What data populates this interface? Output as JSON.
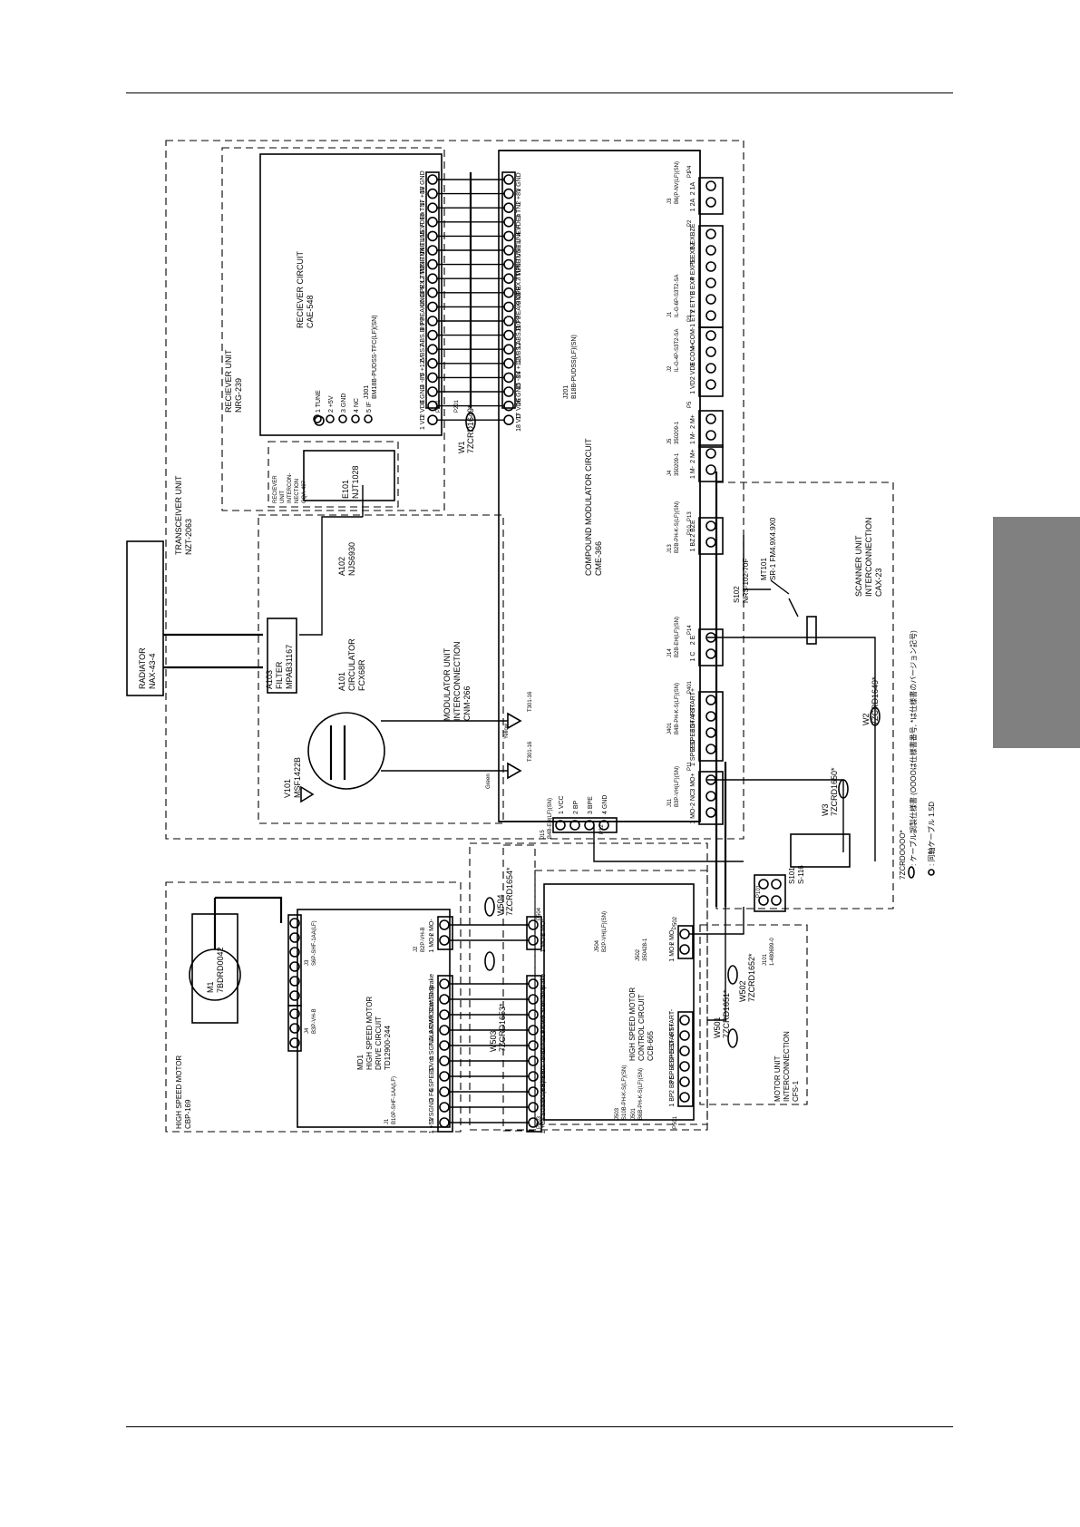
{
  "units": {
    "transceiver": [
      "TRANSCEIVER UNIT",
      "NZT-2063"
    ],
    "receiver_unit": [
      "RECIEVER UNIT",
      "NRG-239"
    ],
    "receiver_circuit": [
      "RECIEVER CIRCUIT",
      "CAE-548"
    ],
    "receiver_interconn": [
      "RECIEVER",
      "UNIT",
      "INTERCON-",
      "NECTION",
      "CQA-497"
    ],
    "e101": [
      "E101",
      "NJT1028"
    ],
    "modulator_unit": [
      "MODULATOR UNIT",
      "INTERCONNECTION",
      "CNM-266"
    ],
    "compound_mod": [
      "COMPOUND MODULATOR CIRCUIT",
      "CME-366"
    ],
    "a102": [
      "A102",
      "NJS6930"
    ],
    "a101": [
      "A101",
      "CIRCULATOR",
      "FCX68R"
    ],
    "a103": [
      "A103",
      "FILTER",
      "MPAB31167"
    ],
    "v101": [
      "V101",
      "MSF1422B"
    ],
    "radiator": [
      "RADIATOR",
      "NAX-43-4"
    ],
    "scanner": [
      "SCANNER UNIT",
      "INTERCONNECTION",
      "CAX-23"
    ],
    "high_speed_motor": [
      "HIGH SPEED MOTOR",
      "CBP-169"
    ],
    "md1": [
      "MD1",
      "HIGH SPEED MOTOR",
      "DRIVE CIRCUIT",
      "TD12900-244"
    ],
    "m1": [
      "M1",
      "7BDRD0042"
    ],
    "motor_control": [
      "HIGH SPEED MOTOR",
      "CONTROL CIRCUIT",
      "CCB-665"
    ],
    "motor_unit": [
      "MOTOR UNIT",
      "INTERCONNECTION",
      "CFS-1"
    ],
    "s101": [
      "S101",
      "S-116"
    ],
    "s102": [
      "S102",
      "NRS-102-70F"
    ],
    "mt101": [
      "MT101",
      "SR-1 FM4.9X4.9X0"
    ]
  },
  "connectors": {
    "j301": [
      "J301",
      "BM18B-PUDSS-TFC(LF)(SN)"
    ],
    "j201": [
      "J201",
      "B18B-PUDSS(LF)(SN)"
    ],
    "j302": "J302",
    "p301": "P301",
    "p201": "P201",
    "j3": [
      "J3",
      "B6(P-NV(LF)(SN)"
    ],
    "j1_top": [
      "J1",
      "IL-G-6P-S3T2-SA"
    ],
    "j2": [
      "J2",
      "IL-G-4P-S3T2-SA"
    ],
    "j5": [
      "J5",
      "350209-1"
    ],
    "j4": [
      "J4",
      "350209-1"
    ],
    "j13": [
      "J13",
      "B2B-PH-K-S(LF)(SN)"
    ],
    "j14": [
      "J14",
      "B2B-EH(LF)(SN)"
    ],
    "j401": [
      "J401",
      "B4B-PH-K-S(LF)(SN)"
    ],
    "j11": [
      "J11",
      "B3P-VH(LF)(SN)"
    ],
    "j15": [
      "J15",
      "B4B-EH(LF)(SN)"
    ],
    "j101": [
      "J101",
      "1-480699-0"
    ],
    "j501": [
      "J501",
      "B6B-PH-K-S(LF)(SN)"
    ],
    "j502": [
      "J502",
      "350428-1"
    ],
    "j503": [
      "J503",
      "S10B-PH-K-S(LF)(SN)"
    ],
    "j504": [
      "J504",
      "B2P-VH(LF)(SN)"
    ],
    "j1_md": [
      "J1",
      "B10P-SHF-1AA(LF)"
    ],
    "j2_md": [
      "J2",
      "B2P-VH-B"
    ],
    "j3_md": [
      "J3",
      "S6P-SHF-1AA(LF)"
    ],
    "j4_md": [
      "J4",
      "B3P-VH-B"
    ],
    "plugs": [
      "P1",
      "P2",
      "P3",
      "P4",
      "P5",
      "P10",
      "P11",
      "P12",
      "P13",
      "P14",
      "P401",
      "P101",
      "P501",
      "P502",
      "P503",
      "P504"
    ]
  },
  "pins": {
    "j301": [
      "18 GND",
      "17 +8V",
      "16 TNI",
      "15 VDEn",
      "14 TUNE.F",
      "13 TUNE.L",
      "12 TUNE.V",
      "11 RX.TMP",
      "10 OPE",
      "9 PEAKING",
      "8 P3",
      "7 BS.B",
      "6 BS.A",
      "5 +12V",
      "4 -8V",
      "3 GND",
      "2 VDE",
      "1 VD"
    ],
    "j201": [
      "1 GND",
      "2 +8V",
      "3 TNI",
      "4 VDEn",
      "5 TUNE.F",
      "6 TUNE.L",
      "7 TUNE.V",
      "8 RX.TMP",
      "9 OPE",
      "10 PEAKING",
      "11 P3",
      "12 BS.B",
      "13 BS.A",
      "14 +12V",
      "15 -8V",
      "16 GND",
      "17 VDE",
      "18 VD"
    ],
    "j302": [
      "1 TUNE",
      "2 +5V",
      "3 GND",
      "4 NC",
      "5 IF"
    ],
    "j3": [
      "2 1A",
      "1 2A"
    ],
    "j1_top": [
      "6 EXBZE",
      "5 EXBZ",
      "4 EXPE",
      "3 EXP",
      "2 ETYE",
      "1 ETY"
    ],
    "j2": [
      "4 COM-",
      "3 COM+",
      "2 VDE",
      "1 VD"
    ],
    "j5": [
      "2 M+",
      "1 M-"
    ],
    "j4": [
      "2 M+",
      "1 M-"
    ],
    "j13": [
      "2 BZE",
      "1 BZ"
    ],
    "j14": [
      "2 E",
      "1 C"
    ],
    "j401": [
      "4 START+",
      "3 START-",
      "2 SPEED+",
      "1 SPEED-"
    ],
    "j11": [
      "3 MO+",
      "2 NC",
      "1 MO-"
    ],
    "j15": [
      "1 VCC",
      "2 BP",
      "3 BPE",
      "4 GND"
    ],
    "j501": [
      "6 START-",
      "5 START+",
      "4 SPEED-",
      "3 SPEED+",
      "2 BPE",
      "1 BP"
    ],
    "j502": [
      "2 MO-",
      "1 MO+"
    ],
    "j503": [
      "10 Brake",
      "9 Start/Stop",
      "8 CW/CCW",
      "7 ALARM",
      "6 SGND",
      "5 Vcc GND",
      "4 SPEED",
      "3 FG(BP)",
      "2 SGND",
      "1 +5V"
    ],
    "j504": [
      "2 MO-",
      "1 MO+"
    ],
    "j1_md": [
      "10 Brake",
      "9 Start/Stop",
      "8 CW/CCW",
      "7 ALARM",
      "6 SGND",
      "5 Vcc",
      "4 SPEED",
      "3 FG",
      "2 SGND",
      "1 +5V"
    ],
    "j2_md": [
      "2 MO-",
      "1 MO+"
    ]
  },
  "cables": [
    "W1",
    "7ZCRD1649*",
    "W2",
    "7ZCRD1649*",
    "W3",
    "7ZCRD1650*",
    "W501",
    "7ZCRD1651*",
    "W502",
    "7ZCRD1652*",
    "W503",
    "7ZCRD1653*",
    "W504",
    "7ZCRD1654*"
  ],
  "wire_labels": [
    "Yellow",
    "Green",
    "T301-16",
    "T301-16"
  ],
  "legend": {
    "cable_code": "7ZCRDOOOO*",
    "note1": ": ケーブル調製仕様書 (OOOOは仕様書番号, *は仕様書のバージョン記号)",
    "note2": ": 同軸ケーブル 1.5D"
  },
  "colors": {
    "line": "#000000",
    "tab": "#808080"
  }
}
